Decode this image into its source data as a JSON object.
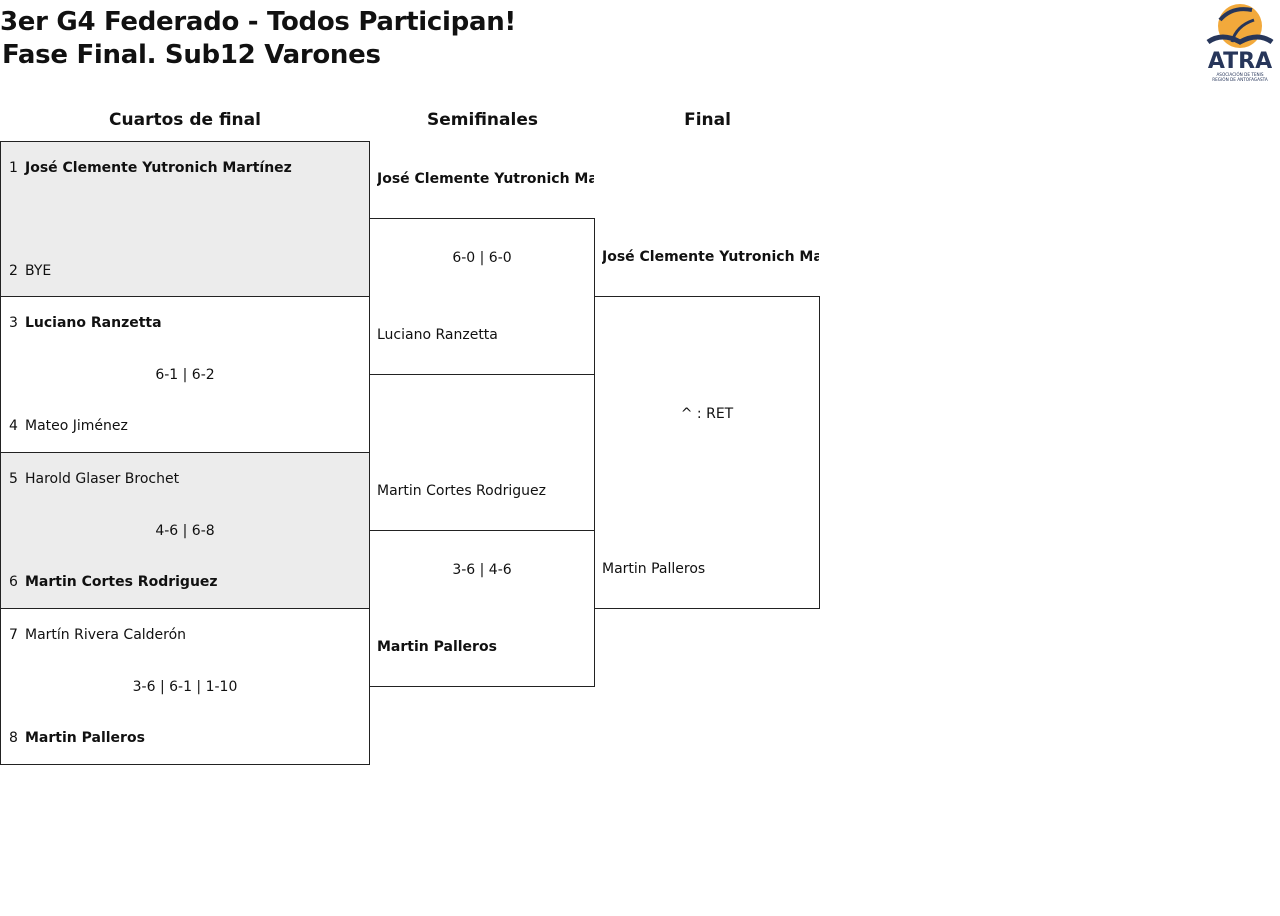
{
  "header": {
    "title_line1": "3er G4 Federado - Todos Participan!",
    "title_line2": "Fase Final. Sub12 Varones",
    "logo_text": "ATRA",
    "logo_subtext": "ASOCIACIÓN DE TENIS REGIÓN DE ANTOFAGASTA"
  },
  "rounds": {
    "quarters": "Cuartos de final",
    "semis": "Semifinales",
    "final": "Final"
  },
  "quarterfinals": [
    {
      "p1_seed": "1",
      "p1": "José Clemente Yutronich Martínez",
      "p2_seed": "2",
      "p2": "BYE",
      "score": ""
    },
    {
      "p1_seed": "3",
      "p1": "Luciano Ranzetta",
      "p2_seed": "4",
      "p2": "Mateo Jiménez",
      "score": "6-1 | 6-2"
    },
    {
      "p1_seed": "5",
      "p1": "Harold Glaser Brochet",
      "p2_seed": "6",
      "p2": "Martin Cortes Rodriguez",
      "score": "4-6 | 6-8"
    },
    {
      "p1_seed": "7",
      "p1": "Martín Rivera Calderón",
      "p2_seed": "8",
      "p2": "Martin Palleros",
      "score": "3-6 | 6-1 | 1-10"
    }
  ],
  "semifinals": [
    {
      "p1": "José Clemente Yutronich Martí",
      "p2": "Luciano Ranzetta",
      "score": "6-0 | 6-0"
    },
    {
      "p1": "Martin Cortes Rodriguez",
      "p2": "Martin Palleros",
      "score": "3-6 | 4-6"
    }
  ],
  "final": {
    "p1": "José Clemente Yutronich Martí",
    "p2": "Martin Palleros",
    "score": "^ : RET"
  },
  "colors": {
    "logo_orange": "#f2a93b",
    "logo_navy": "#27365a",
    "shade": "#ececec"
  }
}
